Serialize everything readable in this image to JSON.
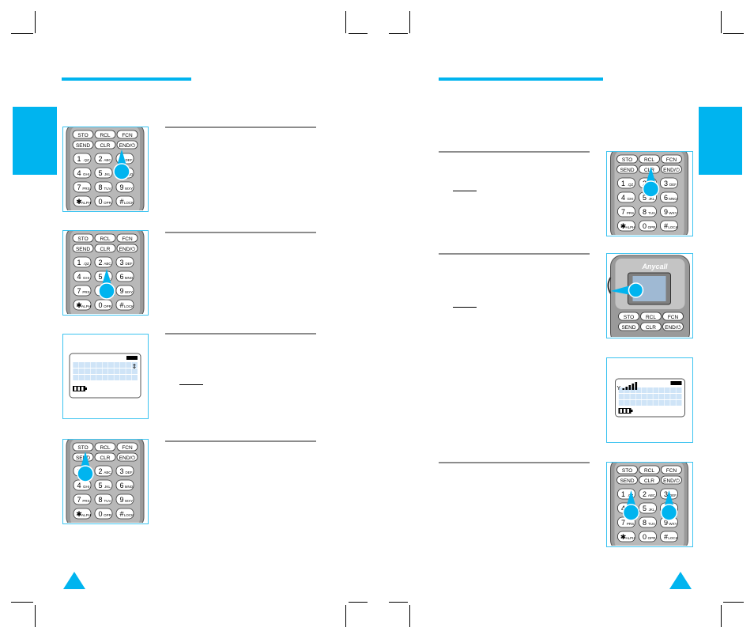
{
  "colors": {
    "accent": "#00b4ef",
    "frame": "#3cc3f0",
    "rule": "#8c8c8c",
    "phone_body": "#9a9a9a",
    "key": "#ffffff",
    "lcd": "#cfe4f7"
  },
  "keypad": {
    "row0": [
      "STO",
      "RCL",
      "FCN"
    ],
    "row1": [
      "SEND",
      "CLR",
      "END/⏻"
    ],
    "keys": [
      {
        "num": "1",
        "sub": ".QZ"
      },
      {
        "num": "2",
        "sub": "ABC"
      },
      {
        "num": "3",
        "sub": "DEF"
      },
      {
        "num": "4",
        "sub": "GHI"
      },
      {
        "num": "5",
        "sub": "JKL"
      },
      {
        "num": "6",
        "sub": "MNO"
      },
      {
        "num": "7",
        "sub": "PRS"
      },
      {
        "num": "8",
        "sub": "TUV"
      },
      {
        "num": "9",
        "sub": "WXY"
      },
      {
        "num": "✱",
        "sub": "ALPH"
      },
      {
        "num": "0",
        "sub": "OPR"
      },
      {
        "num": "#",
        "sub": "LOCK"
      }
    ]
  },
  "phone_brand": "Anycall",
  "icons": {
    "signal": "signal-strength-icon",
    "battery": "battery-icon",
    "scroll": "scroll-arrows-icon"
  }
}
